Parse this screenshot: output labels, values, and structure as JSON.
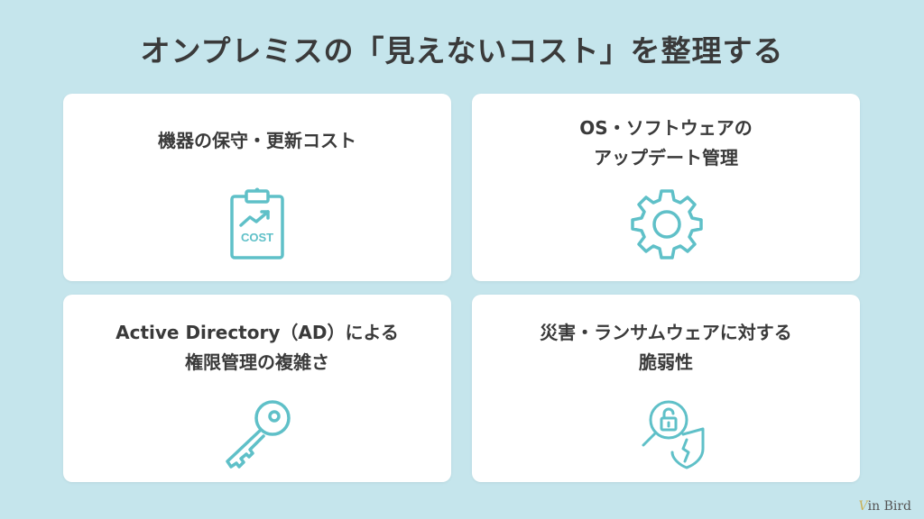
{
  "title": "オンプレミスの「見えないコスト」を整理する",
  "cards": [
    {
      "lines": [
        "機器の保守・更新コスト"
      ],
      "icon": "cost-clipboard-icon",
      "icon_text": "COST"
    },
    {
      "lines": [
        "OS・ソフトウェアの",
        "アップデート管理"
      ],
      "icon": "gear-icon"
    },
    {
      "lines": [
        "Active Directory（AD）による",
        "権限管理の複雑さ"
      ],
      "icon": "key-icon"
    },
    {
      "lines": [
        "災害・ランサムウェアに対する",
        "脆弱性"
      ],
      "icon": "security-search-icon"
    }
  ],
  "logo": {
    "mark": "V",
    "text": "in Bird"
  },
  "colors": {
    "background": "#c5e5ec",
    "accent": "#5fc0c8",
    "text": "#3a3a3a",
    "card": "#ffffff"
  }
}
